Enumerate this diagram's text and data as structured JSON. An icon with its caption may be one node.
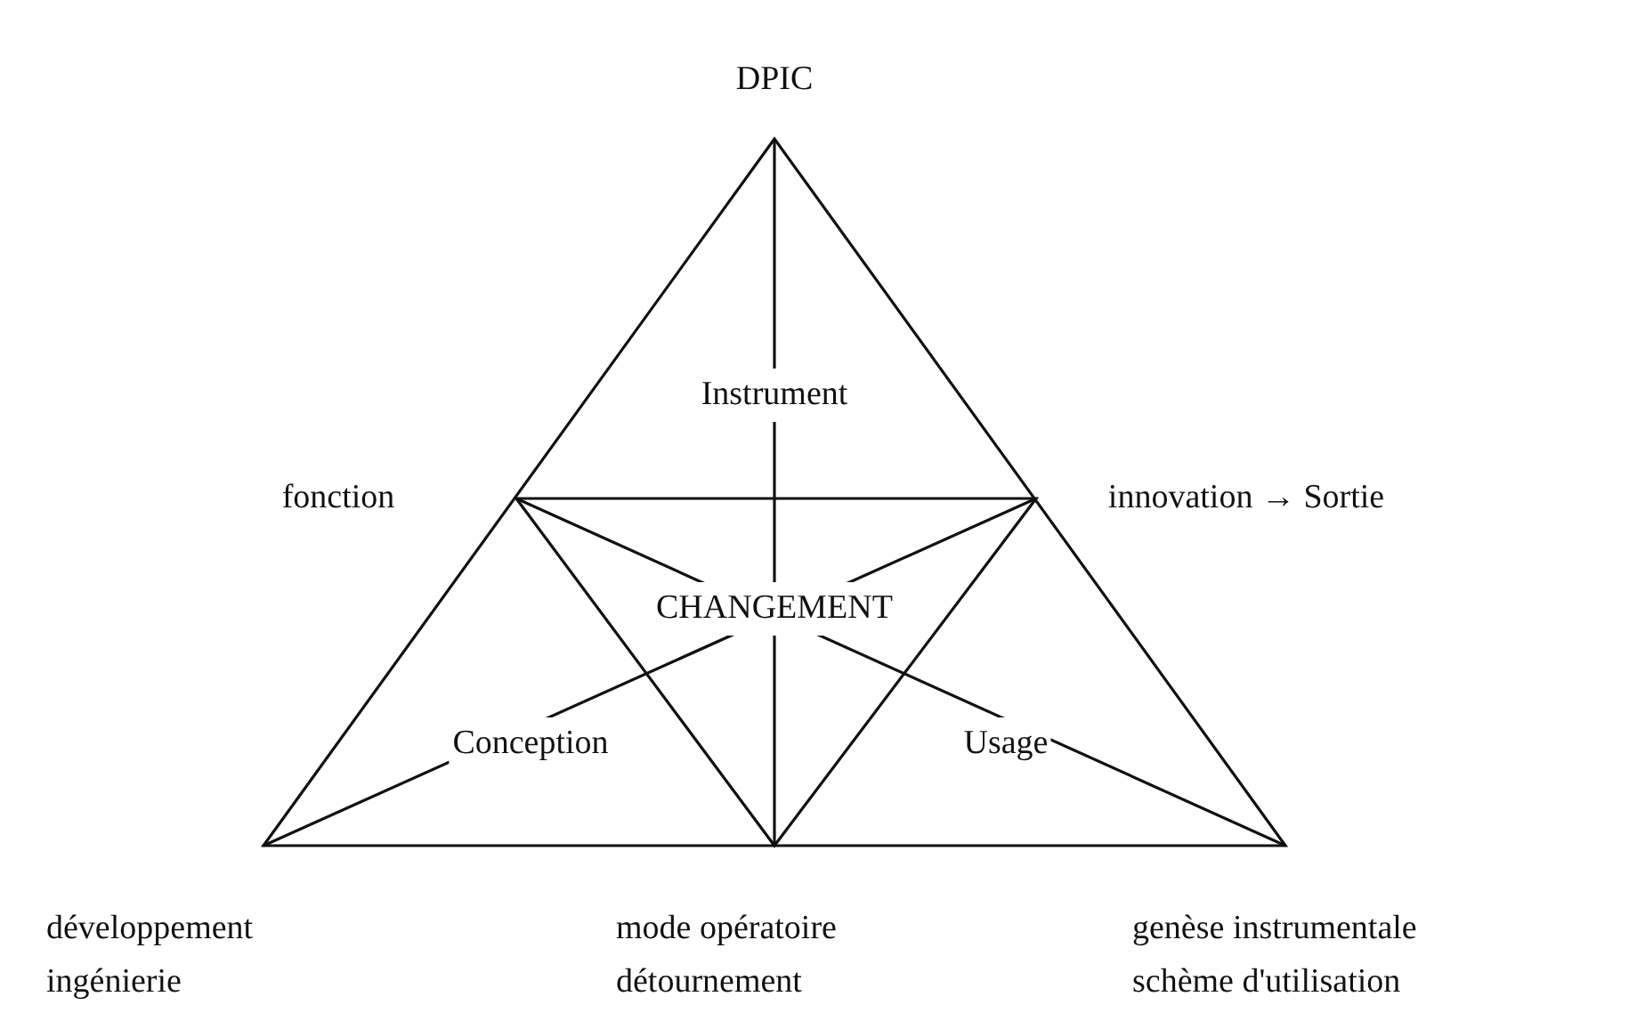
{
  "diagram": {
    "labels": [
      "DPIC",
      "Instrument",
      "fonction",
      "innovation → Sortie",
      "CHANGEMENT",
      "Conception",
      "Usage",
      "développement ingénierie",
      "mode opératoire détournement",
      "genèse instrumentale schème d'utilisation"
    ]
  }
}
